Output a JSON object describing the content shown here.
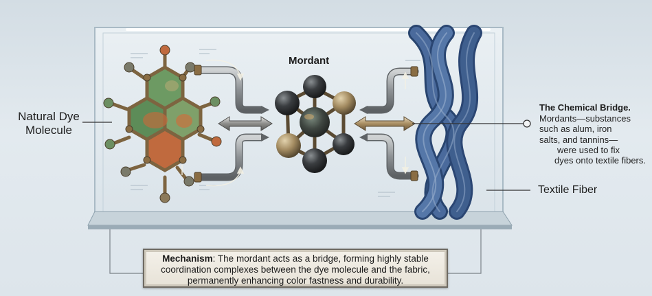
{
  "labels": {
    "dye": [
      "Natural Dye",
      "Molecule"
    ],
    "mordant": "Mordant",
    "bridge_title": "The Chemical Bridge.",
    "bridge_body": [
      "Mordants—substances",
      "such as alum, iron",
      "salts, and tannins—",
      "were used to fix",
      "dyes onto textile fibers."
    ],
    "fiber": "Textile Fiber"
  },
  "mechanism": {
    "term": "Mechanism",
    "lines": [
      ": The mordant acts as a bridge, forming highly stable",
      "coordination complexes between the dye molecule and the fabric,",
      "permanently enhancing color fastness and durability."
    ]
  },
  "colors": {
    "glass_edge": "#9fb1bd",
    "dye_green": "#6f9a62",
    "dye_orange": "#c46a3c",
    "bond_bronze": "#8a6d44",
    "mordant_dark": "#2f3234",
    "mordant_gold": "#a48c62",
    "fiber_blue": "#3f5f8e",
    "pipe_grey": "#8b8e90"
  }
}
